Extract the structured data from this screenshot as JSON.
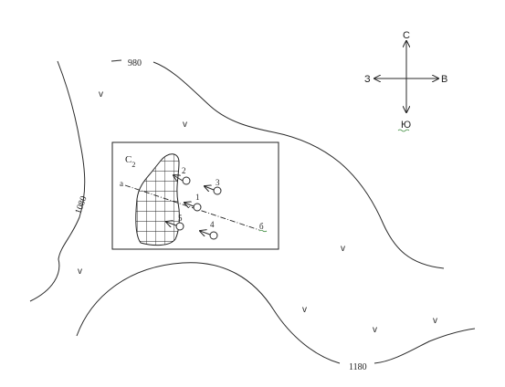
{
  "contours": [
    {
      "label": "980"
    },
    {
      "label": "1080"
    },
    {
      "label": "1180"
    }
  ],
  "compass": {
    "north": "С",
    "south": "Ю",
    "west": "З",
    "east": "В"
  },
  "inset": {
    "title_main": "C",
    "title_sub": "2",
    "profile": {
      "start": "а",
      "end": "б"
    },
    "wells": [
      {
        "label": "1"
      },
      {
        "label": "2"
      },
      {
        "label": "3"
      },
      {
        "label": "4"
      },
      {
        "label": "5"
      }
    ]
  },
  "symbols": [
    "v",
    "v",
    "v",
    "v",
    "v",
    "v",
    "v"
  ]
}
